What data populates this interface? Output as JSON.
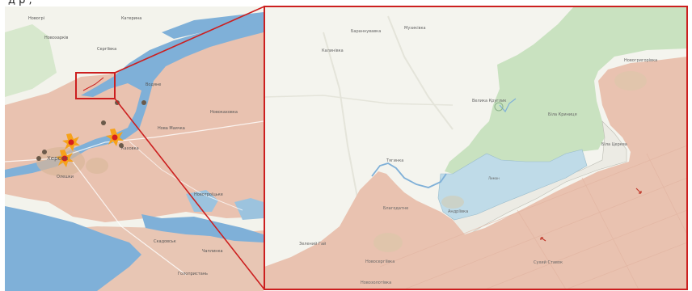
{
  "top_text": {
    "plain": "д      р      ,      ",
    "link": "  "
  },
  "overview_map": {
    "places": [
      "Новогрі",
      "Катерина",
      "Новохарків",
      "Сергіївка",
      "Водяне",
      "Херсон",
      "Новокаховка",
      "Нова Маячка",
      "Каховка",
      "Олешки",
      "Новотроїцьке",
      "Скадовськ",
      "Чаплинка",
      "Голопристань"
    ]
  },
  "detail_map": {
    "places": {
      "baranivka": "Бараннувавкa",
      "muzykivka": "Музиківка",
      "kalynivka": "Калинівка",
      "novohrygorivka": "Новогригорівка",
      "velyka_kruglyk": "Велика Круглик",
      "bila_krynytsia": "Біла Криниця",
      "bila_tserka": "Біла Церква",
      "tyahynka": "Тягинка",
      "ozero": "Лиман",
      "blahodatne": "Благодатне",
      "andriivka": "Андріївка",
      "zelenyi_hai": "Зелений Гай",
      "novosergiivka": "Новосергіївка",
      "novozolotivka": "Новозолотівка",
      "sukhyi_stavok": "Сухий Ставок"
    }
  },
  "colors": {
    "occupied": "#e9c2b0",
    "liberated": "#c9e2c0",
    "contested_blue": "#bfdbe8",
    "water": "#7fb0d8",
    "neutral": "#f2f2ec",
    "frame": "#cc1f1f",
    "explosion_outer": "#f6a21b",
    "explosion_inner": "#d61f1f"
  },
  "icons": [
    "explosion-icon",
    "pin-icon",
    "arrow-icon"
  ]
}
